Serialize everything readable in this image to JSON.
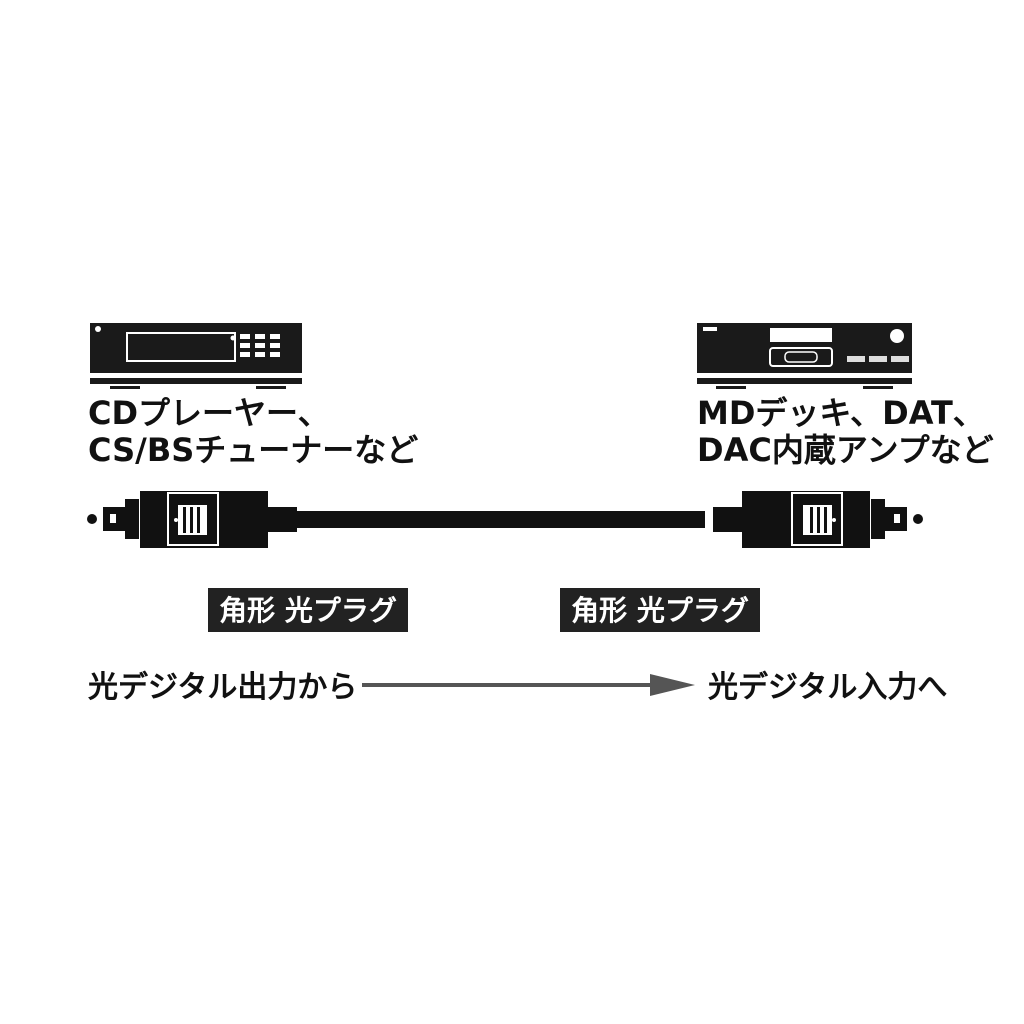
{
  "source_device": {
    "line1": "CDプレーヤー、",
    "line2": "CS/BSチューナーなど"
  },
  "destination_device": {
    "line1": "MDデッキ、DAT、",
    "line2": "DAC内蔵アンプなど"
  },
  "plug_labels": [
    "角形 光プラグ",
    "角形 光プラグ"
  ],
  "flow": {
    "from": "光デジタル出力から",
    "to": "光デジタル入力へ"
  },
  "colors": {
    "ink": "#111111",
    "label_bg": "#222222",
    "arrow": "#555555"
  }
}
